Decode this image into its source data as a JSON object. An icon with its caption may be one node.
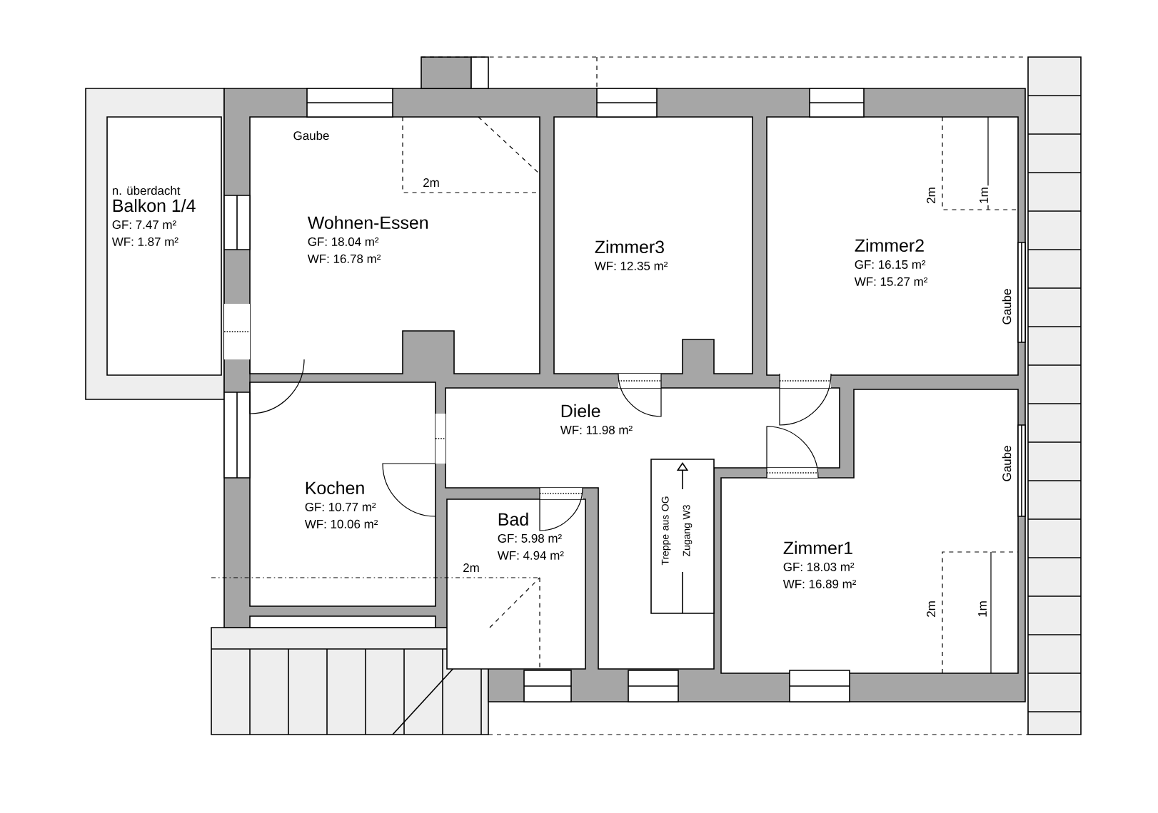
{
  "diagram": {
    "nodes": [
      {
        "text": [
          "n. überdacht",
          "Balkon 1/4",
          "GF: 7.47 m²",
          "WF: 1.87 m²"
        ]
      },
      {
        "text": [
          "Wohnen-Essen",
          "GF: 18.04 m²",
          "WF: 16.78 m²"
        ]
      },
      {
        "text": [
          "Zimmer3",
          "WF: 12.35 m²"
        ]
      },
      {
        "text": [
          "Zimmer2",
          "GF: 16.15 m²",
          "WF: 15.27 m²"
        ]
      },
      {
        "text": [
          "Diele",
          "WF: 11.98 m²"
        ]
      },
      {
        "text": [
          "Treppe aus OG Zugang W3"
        ],
        "in": 4
      },
      {
        "text": [
          "Kochen",
          "GF: 10.77 m²",
          "WF: 10.06 m²"
        ]
      },
      {
        "text": [
          "Bad",
          "GF: 5.98 m²",
          "WF: 4.94 m²"
        ]
      },
      {
        "text": [
          "Zimmer1",
          "GF: 18.03 m²",
          "WF: 16.89 m²"
        ]
      }
    ],
    "labels": [
      "Gaube",
      "2m",
      "2m",
      "1m",
      "Gaube",
      "Gaube",
      "2m",
      "2m",
      "1m"
    ]
  }
}
